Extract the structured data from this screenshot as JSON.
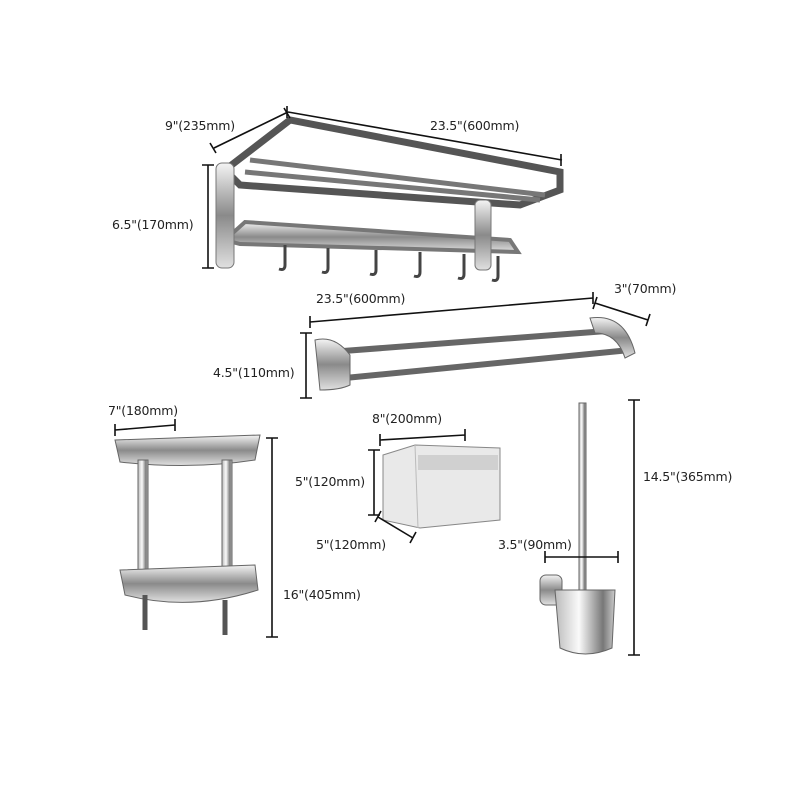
{
  "labels": {
    "rack_depth": "9\"(235mm)",
    "rack_width": "23.5\"(600mm)",
    "rack_height": "6.5\"(170mm)",
    "towel_bar_width": "23.5\"(600mm)",
    "towel_bar_depth": "3\"(70mm)",
    "towel_bar_height": "4.5\"(110mm)",
    "shelf_width": "7\"(180mm)",
    "shelf_height": "16\"(405mm)",
    "tissue_width": "8\"(200mm)",
    "tissue_height": "5\"(120mm)",
    "tissue_depth": "5\"(120mm)",
    "brush_height": "14.5\"(365mm)",
    "brush_width": "3.5\"(90mm)"
  },
  "colors": {
    "chrome_dark": "#6b6b6b",
    "chrome_light": "#e6e6e6",
    "dimension_line": "#111111"
  }
}
